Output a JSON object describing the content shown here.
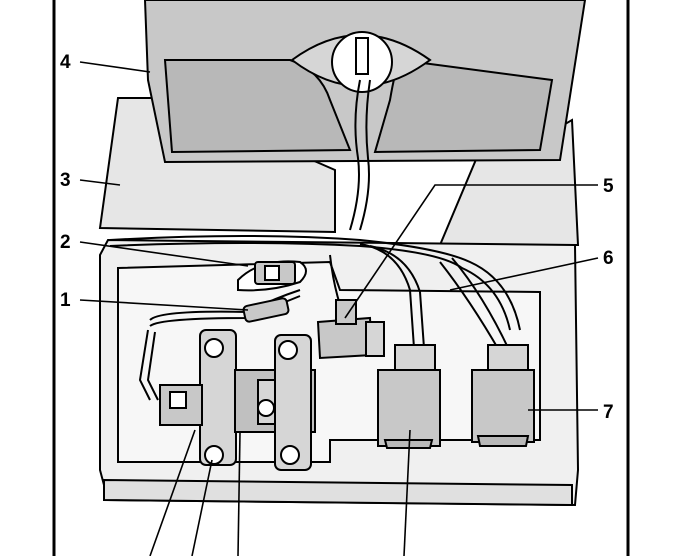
{
  "figure": {
    "callouts": [
      "1",
      "2",
      "3",
      "4",
      "5",
      "6",
      "7"
    ]
  },
  "colors": {
    "ink": "#000000",
    "paper": "#ffffff",
    "component_fill": "#c8c8c8",
    "panel_fill": "#e6e6e6"
  }
}
